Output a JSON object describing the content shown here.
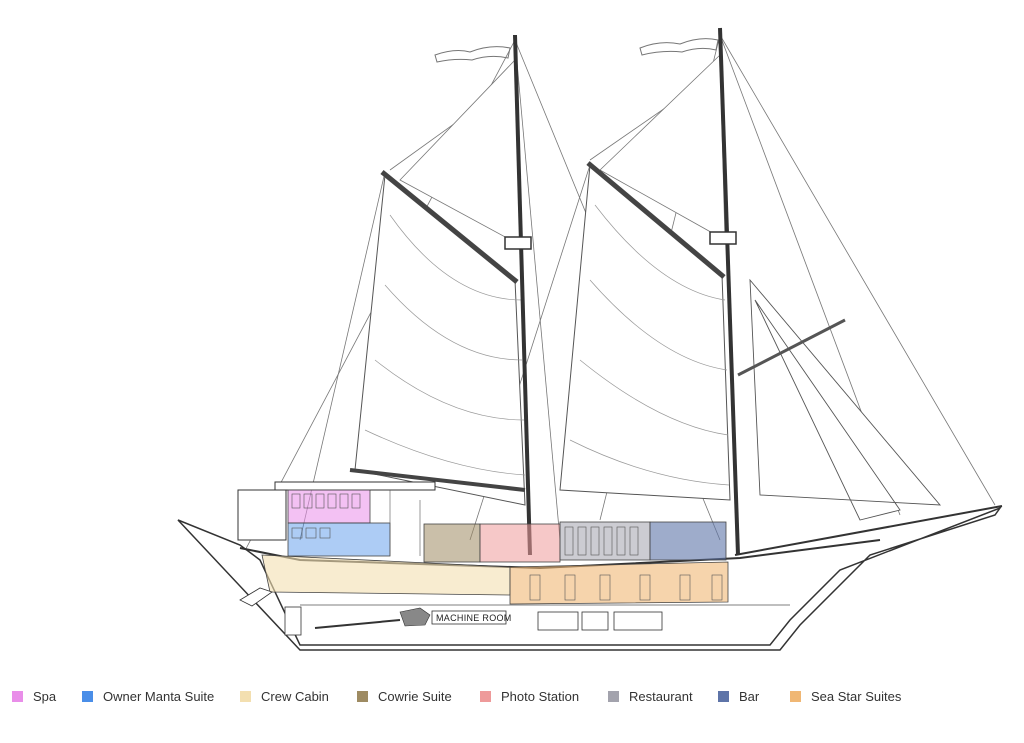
{
  "diagram": {
    "machine_room_label": "MACHINE ROOM",
    "legend": [
      {
        "label": "Spa",
        "color": "#e98ee9"
      },
      {
        "label": "Owner Manta Suite",
        "color": "#4a8ee8"
      },
      {
        "label": "Crew Cabin",
        "color": "#f3dfb0"
      },
      {
        "label": "Cowrie Suite",
        "color": "#9e8b62"
      },
      {
        "label": "Photo Station",
        "color": "#ee9a9a"
      },
      {
        "label": "Restaurant",
        "color": "#a3a3ad"
      },
      {
        "label": "Bar",
        "color": "#5e74a8"
      },
      {
        "label": "Sea Star Suites",
        "color": "#f0b774"
      }
    ]
  }
}
